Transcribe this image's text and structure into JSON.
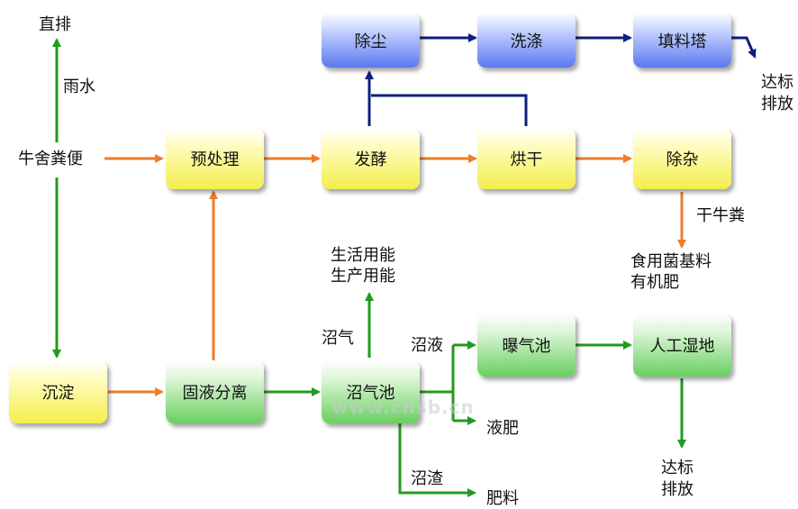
{
  "boxes": {
    "dust_removal": "除尘",
    "washing": "洗涤",
    "packed_tower": "填料塔",
    "pretreatment": "预处理",
    "fermentation": "发酵",
    "drying": "烘干",
    "impurity_removal": "除杂",
    "sedimentation": "沉淀",
    "solid_liquid_separation": "固液分离",
    "biogas_digester": "沼气池",
    "aeration_pond": "曝气池",
    "constructed_wetland": "人工湿地"
  },
  "labels": {
    "cattle_manure": "牛舍粪便",
    "direct_discharge": "直排",
    "rainwater": "雨水",
    "discharge_top_line1": "达标",
    "discharge_top_line2": "排放",
    "dry_manure": "干牛粪",
    "product_line1": "食用菌基料",
    "product_line2": "有机肥",
    "energy_line1": "生活用能",
    "energy_line2": "生产用能",
    "biogas": "沼气",
    "biogas_slurry": "沼液",
    "liquid_fertilizer": "液肥",
    "biogas_residue": "沼渣",
    "fertilizer": "肥料",
    "discharge_bottom_line1": "达标",
    "discharge_bottom_line2": "排放"
  },
  "watermark": "www.cnsb.cn",
  "colors": {
    "orange_arrow": "#ee7d2a",
    "green_arrow": "#219b1d",
    "navy_arrow": "#0f1f7c"
  }
}
